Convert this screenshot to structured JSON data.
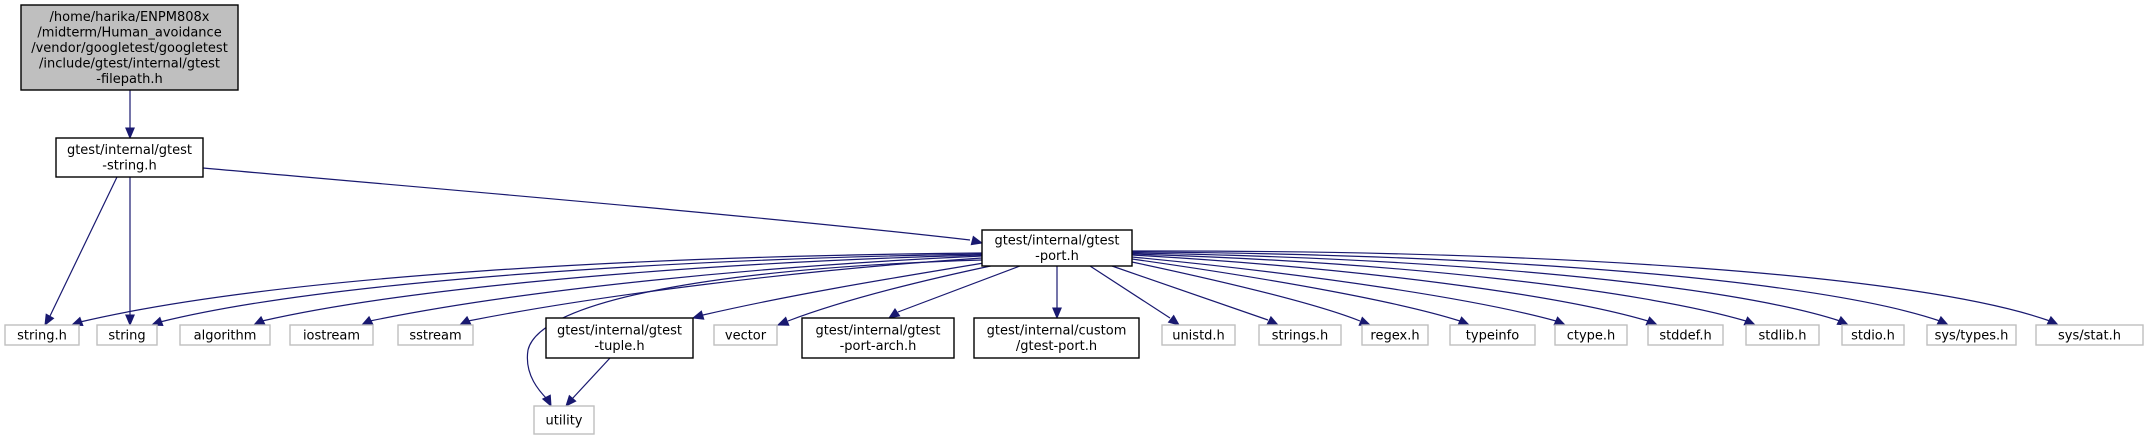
{
  "graph": {
    "colors": {
      "edge": "#191970",
      "root_fill": "#bfbfbf",
      "node_border": "#000000",
      "external_border": "#bfbfbf"
    },
    "nodes": [
      {
        "id": "root",
        "kind": "root",
        "lines": [
          "/home/harika/ENPM808x",
          "/midterm/Human_avoidance",
          "/vendor/googletest/googletest",
          "/include/gtest/internal/gtest",
          "-filepath.h"
        ]
      },
      {
        "id": "gstring",
        "kind": "doc",
        "lines": [
          "gtest/internal/gtest",
          "-string.h"
        ]
      },
      {
        "id": "gport",
        "kind": "doc",
        "lines": [
          "gtest/internal/gtest",
          "-port.h"
        ]
      },
      {
        "id": "string_h",
        "kind": "sys",
        "lines": [
          "string.h"
        ]
      },
      {
        "id": "string",
        "kind": "sys",
        "lines": [
          "string"
        ]
      },
      {
        "id": "algorithm",
        "kind": "sys",
        "lines": [
          "algorithm"
        ]
      },
      {
        "id": "iostream",
        "kind": "sys",
        "lines": [
          "iostream"
        ]
      },
      {
        "id": "sstream",
        "kind": "sys",
        "lines": [
          "sstream"
        ]
      },
      {
        "id": "gtuple",
        "kind": "doc",
        "lines": [
          "gtest/internal/gtest",
          "-tuple.h"
        ]
      },
      {
        "id": "utility",
        "kind": "sys",
        "lines": [
          "utility"
        ]
      },
      {
        "id": "vector",
        "kind": "sys",
        "lines": [
          "vector"
        ]
      },
      {
        "id": "gportarch",
        "kind": "doc",
        "lines": [
          "gtest/internal/gtest",
          "-port-arch.h"
        ]
      },
      {
        "id": "gcustom",
        "kind": "doc",
        "lines": [
          "gtest/internal/custom",
          "/gtest-port.h"
        ]
      },
      {
        "id": "unistd",
        "kind": "sys",
        "lines": [
          "unistd.h"
        ]
      },
      {
        "id": "strings_h",
        "kind": "sys",
        "lines": [
          "strings.h"
        ]
      },
      {
        "id": "regex",
        "kind": "sys",
        "lines": [
          "regex.h"
        ]
      },
      {
        "id": "typeinfo",
        "kind": "sys",
        "lines": [
          "typeinfo"
        ]
      },
      {
        "id": "ctype",
        "kind": "sys",
        "lines": [
          "ctype.h"
        ]
      },
      {
        "id": "stddef",
        "kind": "sys",
        "lines": [
          "stddef.h"
        ]
      },
      {
        "id": "stdlib",
        "kind": "sys",
        "lines": [
          "stdlib.h"
        ]
      },
      {
        "id": "stdio",
        "kind": "sys",
        "lines": [
          "stdio.h"
        ]
      },
      {
        "id": "systypes",
        "kind": "sys",
        "lines": [
          "sys/types.h"
        ]
      },
      {
        "id": "sysstat",
        "kind": "sys",
        "lines": [
          "sys/stat.h"
        ]
      }
    ],
    "edges": [
      {
        "from": "root",
        "to": "gstring"
      },
      {
        "from": "gstring",
        "to": "string_h"
      },
      {
        "from": "gstring",
        "to": "string"
      },
      {
        "from": "gstring",
        "to": "gport"
      },
      {
        "from": "gport",
        "to": "string_h"
      },
      {
        "from": "gport",
        "to": "string"
      },
      {
        "from": "gport",
        "to": "algorithm"
      },
      {
        "from": "gport",
        "to": "iostream"
      },
      {
        "from": "gport",
        "to": "sstream"
      },
      {
        "from": "gport",
        "to": "utility"
      },
      {
        "from": "gport",
        "to": "gtuple"
      },
      {
        "from": "gport",
        "to": "vector"
      },
      {
        "from": "gport",
        "to": "gportarch"
      },
      {
        "from": "gport",
        "to": "gcustom"
      },
      {
        "from": "gport",
        "to": "unistd"
      },
      {
        "from": "gport",
        "to": "strings_h"
      },
      {
        "from": "gport",
        "to": "regex"
      },
      {
        "from": "gport",
        "to": "typeinfo"
      },
      {
        "from": "gport",
        "to": "ctype"
      },
      {
        "from": "gport",
        "to": "stddef"
      },
      {
        "from": "gport",
        "to": "stdlib"
      },
      {
        "from": "gport",
        "to": "stdio"
      },
      {
        "from": "gport",
        "to": "systypes"
      },
      {
        "from": "gport",
        "to": "sysstat"
      },
      {
        "from": "gtuple",
        "to": "utility"
      }
    ]
  }
}
